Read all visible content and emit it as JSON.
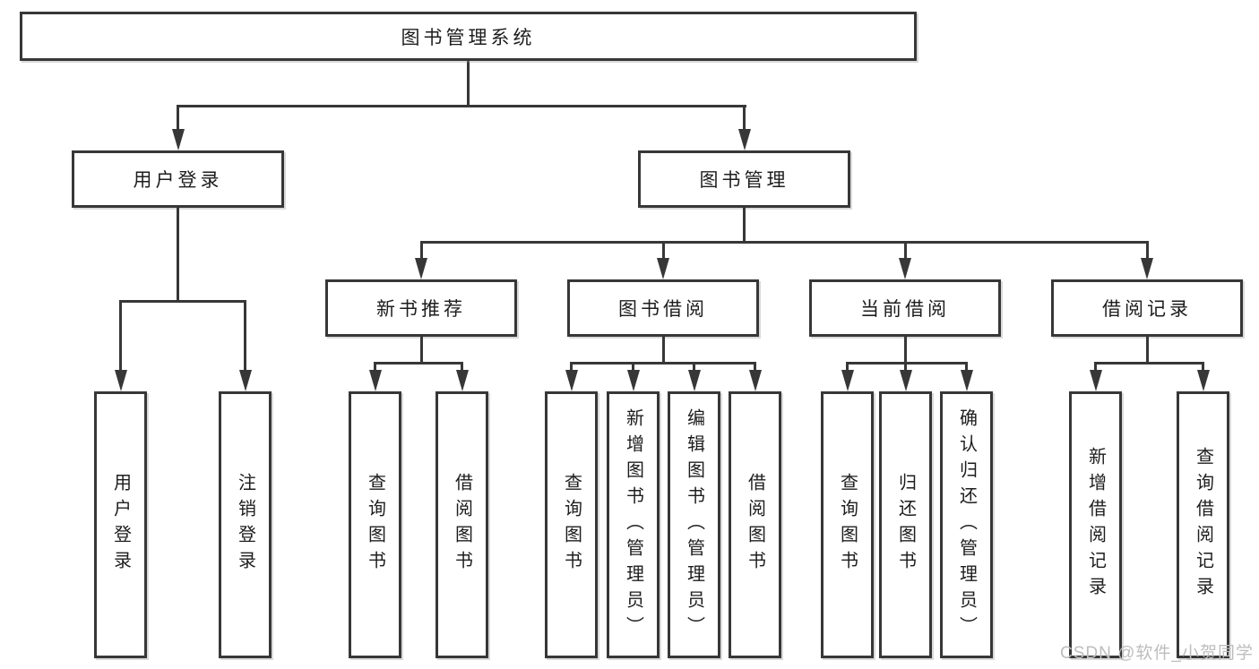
{
  "tree": {
    "root": {
      "label": "图书管理系统"
    },
    "branches": [
      {
        "label": "用户登录",
        "children": [
          {
            "label": "用户登录"
          },
          {
            "label": "注销登录"
          }
        ]
      },
      {
        "label": "图书管理",
        "children": [
          {
            "label": "新书推荐",
            "children": [
              {
                "label": "查询图书"
              },
              {
                "label": "借阅图书"
              }
            ]
          },
          {
            "label": "图书借阅",
            "children": [
              {
                "label": "查询图书"
              },
              {
                "label": "新增图书（管理员）"
              },
              {
                "label": "编辑图书（管理员）"
              },
              {
                "label": "借阅图书"
              }
            ]
          },
          {
            "label": "当前借阅",
            "children": [
              {
                "label": "查询图书"
              },
              {
                "label": "归还图书"
              },
              {
                "label": "确认归还（管理员）"
              }
            ]
          },
          {
            "label": "借阅记录",
            "children": [
              {
                "label": "新增借阅记录"
              },
              {
                "label": "查询借阅记录"
              }
            ]
          }
        ]
      }
    ]
  },
  "watermark": "CSDN @软件_小贺同学",
  "colors": {
    "line": "#373737",
    "text": "#1d1d1d",
    "background": "#ffffff",
    "watermark": "#bdbdbd"
  }
}
